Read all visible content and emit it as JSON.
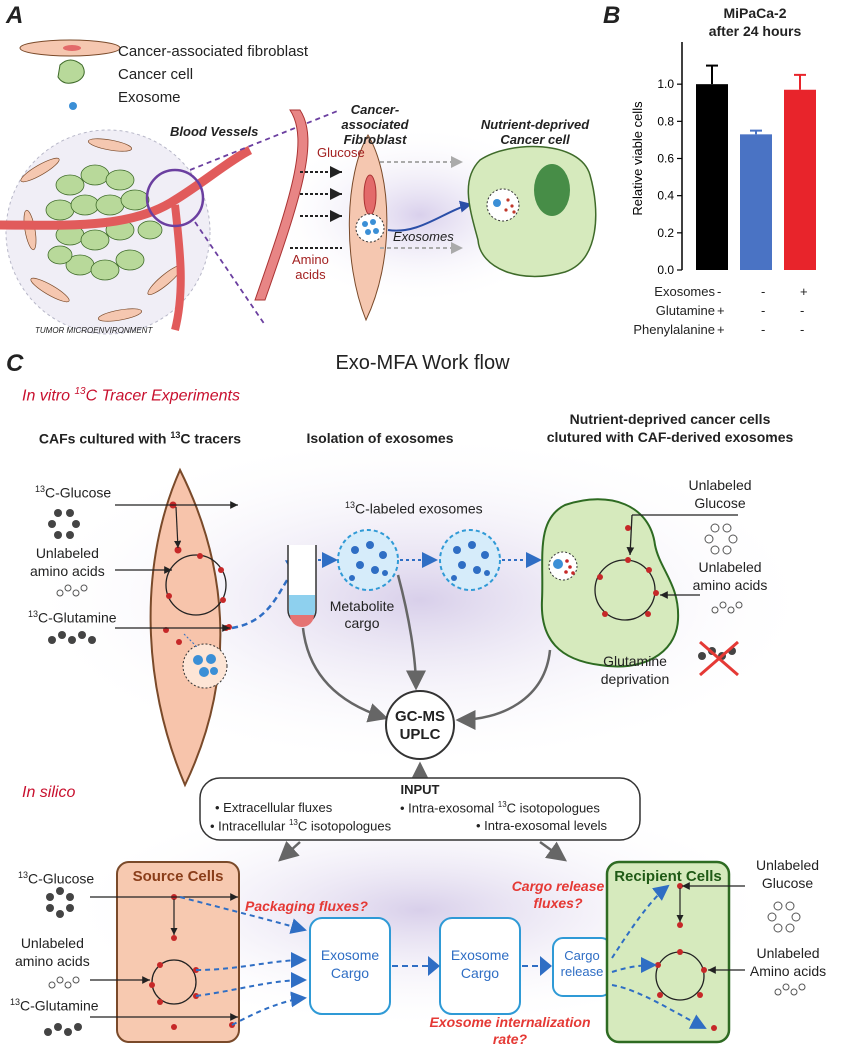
{
  "panelA": {
    "letter": "A",
    "legend": [
      "Cancer-associated fibroblast",
      "Cancer cell",
      "Exosome"
    ],
    "blood_vessels": "Blood Vessels",
    "tme": "TUMOR MICROENVIRONMENT",
    "caf_title": [
      "Cancer-associated",
      "Fibroblast"
    ],
    "glucose": "Glucose",
    "amino_acids": [
      "Amino",
      "acids"
    ],
    "exosomes": "Exosomes",
    "cancer_title": [
      "Nutrient-deprived",
      "Cancer cell"
    ]
  },
  "panelB": {
    "letter": "B",
    "title": [
      "MiPaCa-2",
      "after 24 hours"
    ],
    "row_labels": [
      "Exosomes",
      "Glutamine",
      "Phenylalanine"
    ],
    "conditions": [
      [
        "-",
        "+",
        "+"
      ],
      [
        "-",
        "-",
        "-"
      ],
      [
        "+",
        "-",
        "-"
      ]
    ]
  },
  "chart_data": {
    "type": "bar",
    "title": "MiPaCa-2 after 24 hours",
    "ylabel": "Relative viable cells",
    "ylim": [
      0,
      1.2
    ],
    "yticks": [
      "0.0",
      "0.2",
      "0.4",
      "0.6",
      "0.8",
      "1.0"
    ],
    "categories": [
      "Exosomes - / Glutamine + / Phenylalanine +",
      "Exosomes - / Glutamine - / Phenylalanine -",
      "Exosomes + / Glutamine - / Phenylalanine -"
    ],
    "values": [
      1.0,
      0.73,
      0.97
    ],
    "errors": [
      0.1,
      0.02,
      0.08
    ],
    "colors": [
      "#000000",
      "#4a73c4",
      "#e8242b"
    ]
  },
  "panelC": {
    "letter": "C",
    "title": "Exo-MFA Work flow",
    "in_vitro_pre": "In vitro ",
    "in_vitro_sup": "13",
    "in_vitro_post": "C Tracer Experiments",
    "caf_hdr_pre": "CAFs cultured with ",
    "caf_hdr_sup": "13",
    "caf_hdr_post": "C tracers",
    "isolation_hdr": "Isolation of exosomes",
    "recipient_hdr": [
      "Nutrient-deprived cancer cells",
      "clutured with CAF-derived exosomes"
    ],
    "c13_glucose": "C-Glucose",
    "c13_glutamine": "C-Glutamine",
    "sup13": "13",
    "unlabeled_aa": [
      "Unlabeled",
      "amino acids"
    ],
    "labeled_exosomes": "C-labeled exosomes",
    "metabolite_cargo": [
      "Metabolite",
      "cargo"
    ],
    "unlabeled_glucose": [
      "Unlabeled",
      "Glucose"
    ],
    "unlabeled_aa_r": [
      "Unlabeled",
      "amino acids"
    ],
    "glutamine_deprivation": [
      "Glutamine",
      "deprivation"
    ],
    "gcms": [
      "GC-MS",
      "UPLC"
    ],
    "in_silico": "In silico",
    "input_title": "INPUT",
    "input_items": [
      "• Extracellular fluxes",
      "• Intra-exosomal ",
      "C isotopologues",
      "• Intracellular ",
      "C isotopologues",
      "• Intra-exosomal levels"
    ],
    "source_cells": "Source Cells",
    "recipient_cells": "Recipient Cells",
    "packaging_fluxes": "Packaging fluxes?",
    "cargo_release_fluxes": [
      "Cargo release",
      "fluxes?"
    ],
    "exosome_internalization": [
      "Exosome internalization",
      "rate?"
    ],
    "exosome_cargo": [
      "Exosome",
      "Cargo"
    ],
    "cargo_release": [
      "Cargo",
      "release"
    ],
    "unlabeled_amino_acids_b": [
      "Unlabeled",
      "amino acids"
    ],
    "unlabeled_glucose_b": [
      "Unlabeled",
      "Glucose"
    ],
    "unlabeled_amino_acids_rb": [
      "Unlabeled",
      "Amino acids"
    ]
  }
}
